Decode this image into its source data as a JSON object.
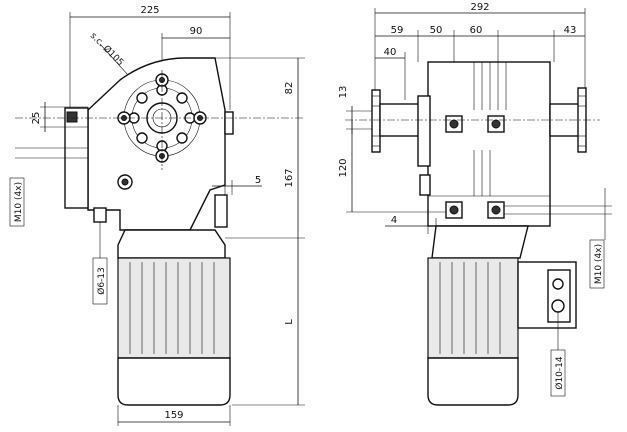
{
  "dimensions": {
    "overall_width_left": "225",
    "offset_90": "90",
    "pitch_circle": "s.c. Ø105",
    "height_82": "82",
    "height_25": "25",
    "height_167": "167",
    "gap_5": "5",
    "bolt_left": "M10 (4x)",
    "gland_left": "Ø6-13",
    "length_L": "L",
    "motor_width": "159",
    "overall_width_right": "292",
    "w59": "59",
    "w50": "50",
    "w60": "60",
    "w43": "43",
    "w40": "40",
    "h13": "13",
    "h120": "120",
    "w4": "4",
    "bolt_right": "M10 (4x)",
    "gland_right": "Ø10-14"
  }
}
